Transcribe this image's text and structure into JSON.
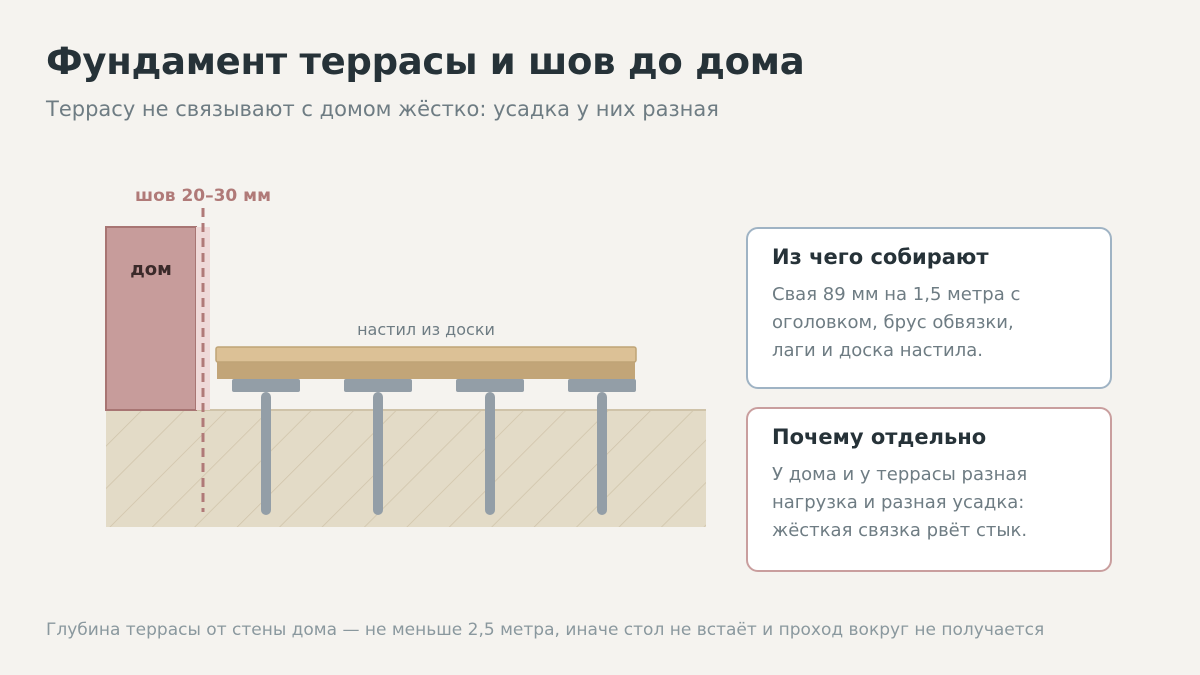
{
  "header": {
    "title": "Фундамент террасы и шов до дома",
    "subtitle": "Террасу не связывают с домом жёстко: усадка у них разная"
  },
  "diagram": {
    "gap_label": "шов 20–30 мм",
    "house_label": "дом",
    "deck_label": "настил из доски",
    "pile_count": 4,
    "colors": {
      "house": "#c79c9b",
      "gap_line": "#b07a78",
      "deck_top": "#dcc196",
      "deck_joist": "#c2a578",
      "pile": "#939ea7",
      "ground": "#e3dbc7",
      "ground_hatch": "#cfc3a9"
    }
  },
  "cards": {
    "composition": {
      "title": "Из чего собирают",
      "text": "Свая 89 мм на 1,5 метра с\nоголовком, брус обвязки,\nлаги и доска настила."
    },
    "why_separate": {
      "title": "Почему отдельно",
      "text": "У дома и у террасы разная\nнагрузка и разная усадка:\nжёсткая связка рвёт стык."
    }
  },
  "footnote": "Глубина террасы от стены дома — не меньше 2,5 метра, иначе стол не встаёт и проход вокруг не получается"
}
